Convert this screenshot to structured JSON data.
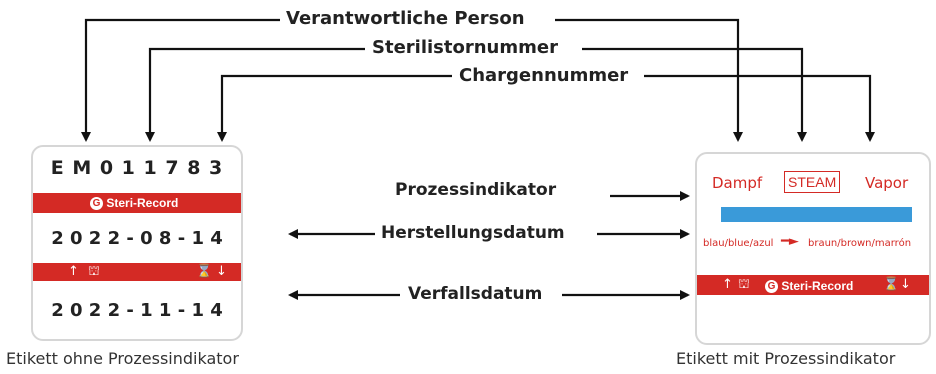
{
  "callouts": {
    "person": "Verantwortliche Person",
    "sterilizer": "Sterilistornummer",
    "batch": "Chargennummer",
    "indicator": "Prozessindikator",
    "production_date": "Herstellungsdatum",
    "expiry_date": "Verfallsdatum"
  },
  "label_without": {
    "code_line": "E M   0 1   1 7 8 3",
    "brand": "Steri-Record",
    "production_date": "2 0 2 2 - 0 8 - 1 4",
    "expiry_date": "2 0 2 2 - 1 1 - 1 4",
    "caption": "Etikett ohne Prozessindikator"
  },
  "label_with": {
    "word_de": "Dampf",
    "word_en": "STEAM",
    "word_es": "Vapor",
    "color_change_from": "blau/blue/azul",
    "color_change_to": "braun/brown/marrón",
    "brand": "Steri-Record",
    "caption": "Etikett mit Prozessindikator"
  },
  "colors": {
    "red": "#d42a25",
    "blue": "#3a9ad9"
  }
}
